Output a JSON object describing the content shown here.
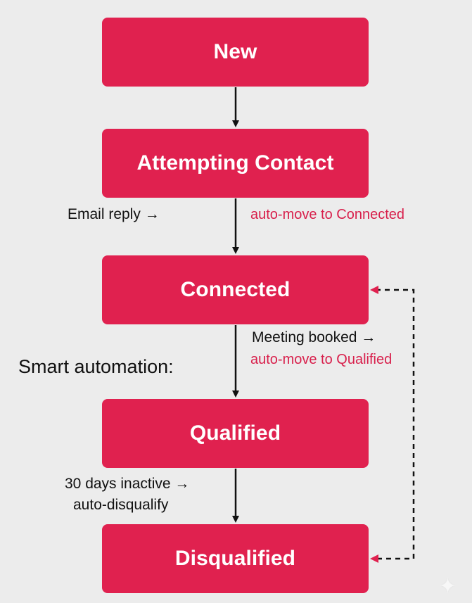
{
  "colors": {
    "box_fill": "#e0214f",
    "accent_text": "#d8204c",
    "arrow": "#111111",
    "background": "#ececec"
  },
  "stages": [
    {
      "label": "New"
    },
    {
      "label": "Attempting Contact"
    },
    {
      "label": "Connected"
    },
    {
      "label": "Qualified"
    },
    {
      "label": "Disqualified"
    }
  ],
  "annotations": {
    "email_reply": "Email reply →",
    "auto_move_connected": "auto-move to Connected",
    "meeting_booked": "Meeting booked →",
    "auto_move_qualified": "auto-move to Qualified",
    "smart_automation": "Smart automation:",
    "inactive_line1": "30 days inactive →",
    "inactive_line2": "auto-disqualify"
  },
  "icons": {
    "corner": "sparkle-icon"
  }
}
